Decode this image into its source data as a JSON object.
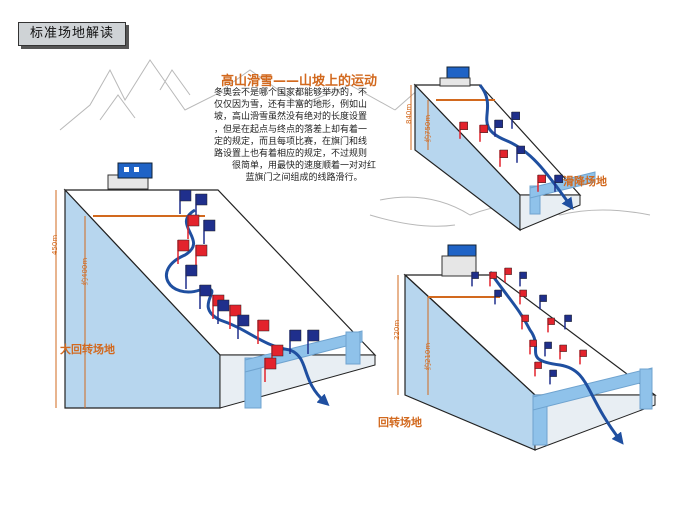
{
  "header": {
    "tag": "标准场地解读"
  },
  "intro": {
    "title": "高山滑雪——山坡上的运动",
    "lines": [
      "冬奥会不是哪个国家都能够举办的，不",
      "仅仅因为雪，还有丰富的地形，例如山",
      "坡，高山滑雪虽然没有绝对的长度设置",
      "，但是在起点与终点的落差上却有着一",
      "定的规定，而且每项比赛，在旗门和线",
      "路设置上也有着相应的规定，不过规则",
      "很简单，用最快的速度顺着一对对红",
      "蓝旗门之间组成的线路滑行。"
    ]
  },
  "venues": {
    "giant_slalom": {
      "label": "大回转场地",
      "height": "450m",
      "drop": "约400m"
    },
    "downhill": {
      "label": "滑降场地",
      "height": "840m",
      "drop": "约750m"
    },
    "slalom": {
      "label": "回转场地",
      "height": "220m",
      "drop": "约210m"
    }
  },
  "colors": {
    "accent": "#d2691e",
    "slope_face": "#b7d6ee",
    "gate_red": "#e3232c",
    "gate_blue": "#1f2f8c",
    "route": "#1f4fa0"
  }
}
